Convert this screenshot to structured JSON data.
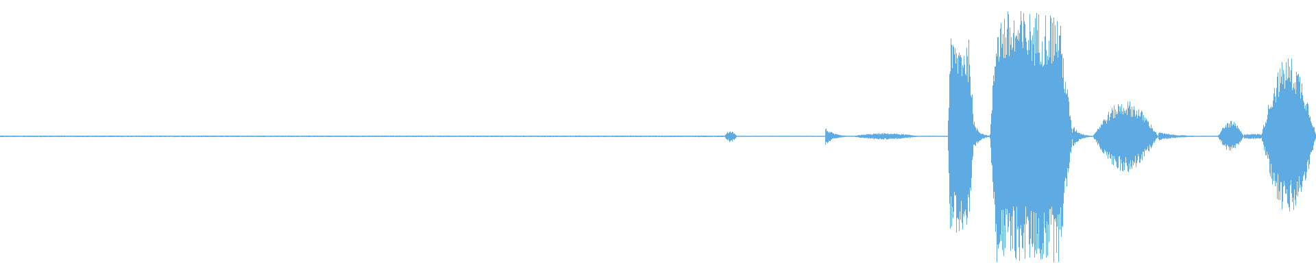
{
  "waveform": {
    "color": "#5dabe2",
    "background": "#ffffff",
    "duration_units": 1000,
    "baseline_amplitude": 0.004,
    "segments": [
      {
        "start": 0,
        "end": 550,
        "amp": 0.006,
        "env": "flat",
        "density": 0.4
      },
      {
        "start": 550,
        "end": 560,
        "amp": 0.045,
        "env": "bump",
        "density": 1.0
      },
      {
        "start": 627,
        "end": 645,
        "amp": 0.07,
        "env": "decay",
        "density": 1.0
      },
      {
        "start": 645,
        "end": 700,
        "amp": 0.025,
        "env": "bump",
        "density": 1.0
      },
      {
        "start": 720,
        "end": 740,
        "amp": 0.75,
        "env": "burst",
        "density": 1.0
      },
      {
        "start": 740,
        "end": 752,
        "amp": 0.12,
        "env": "decay",
        "density": 1.0
      },
      {
        "start": 752,
        "end": 815,
        "amp": 0.97,
        "env": "burst",
        "density": 1.0
      },
      {
        "start": 815,
        "end": 830,
        "amp": 0.09,
        "env": "decay",
        "density": 1.0
      },
      {
        "start": 830,
        "end": 880,
        "amp": 0.28,
        "env": "bump",
        "density": 1.0
      },
      {
        "start": 880,
        "end": 920,
        "amp": 0.035,
        "env": "decay",
        "density": 1.0
      },
      {
        "start": 925,
        "end": 945,
        "amp": 0.12,
        "env": "bump",
        "density": 1.0
      },
      {
        "start": 945,
        "end": 958,
        "amp": 0.02,
        "env": "flat",
        "density": 1.0
      },
      {
        "start": 958,
        "end": 1000,
        "amp": 0.62,
        "env": "bump",
        "density": 1.0
      }
    ]
  }
}
